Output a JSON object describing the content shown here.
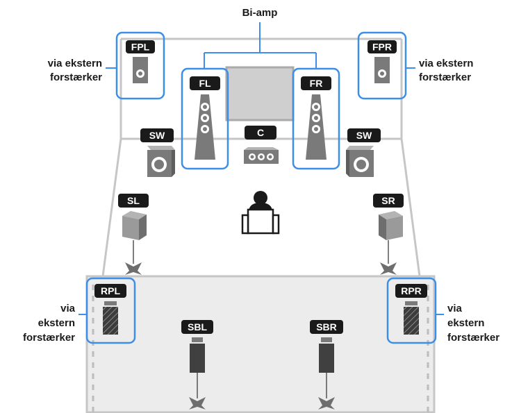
{
  "title": "Bi-amp",
  "colors": {
    "highlight": "#3d8ee6",
    "tag_bg": "#1a1a1a",
    "speaker_fill": "#7a7a7a",
    "speaker_light": "#b4b4b4",
    "room_line": "#c6c6c6",
    "rear_zone": "#ececec",
    "screen": "#cfcfcf"
  },
  "speakers": {
    "fpl": "FPL",
    "fpr": "FPR",
    "fl": "FL",
    "fr": "FR",
    "c": "C",
    "sw_left": "SW",
    "sw_right": "SW",
    "sl": "SL",
    "sr": "SR",
    "rpl": "RPL",
    "rpr": "RPR",
    "sbl": "SBL",
    "sbr": "SBR"
  },
  "notes": {
    "fpl_line1": "via ekstern",
    "fpl_line2": "forstærker",
    "fpr_line1": "via ekstern",
    "fpr_line2": "forstærker",
    "rpl_line1": "via",
    "rpl_line2": "ekstern",
    "rpl_line3": "forstærker",
    "rpr_line1": "via",
    "rpr_line2": "ekstern",
    "rpr_line3": "forstærker"
  }
}
